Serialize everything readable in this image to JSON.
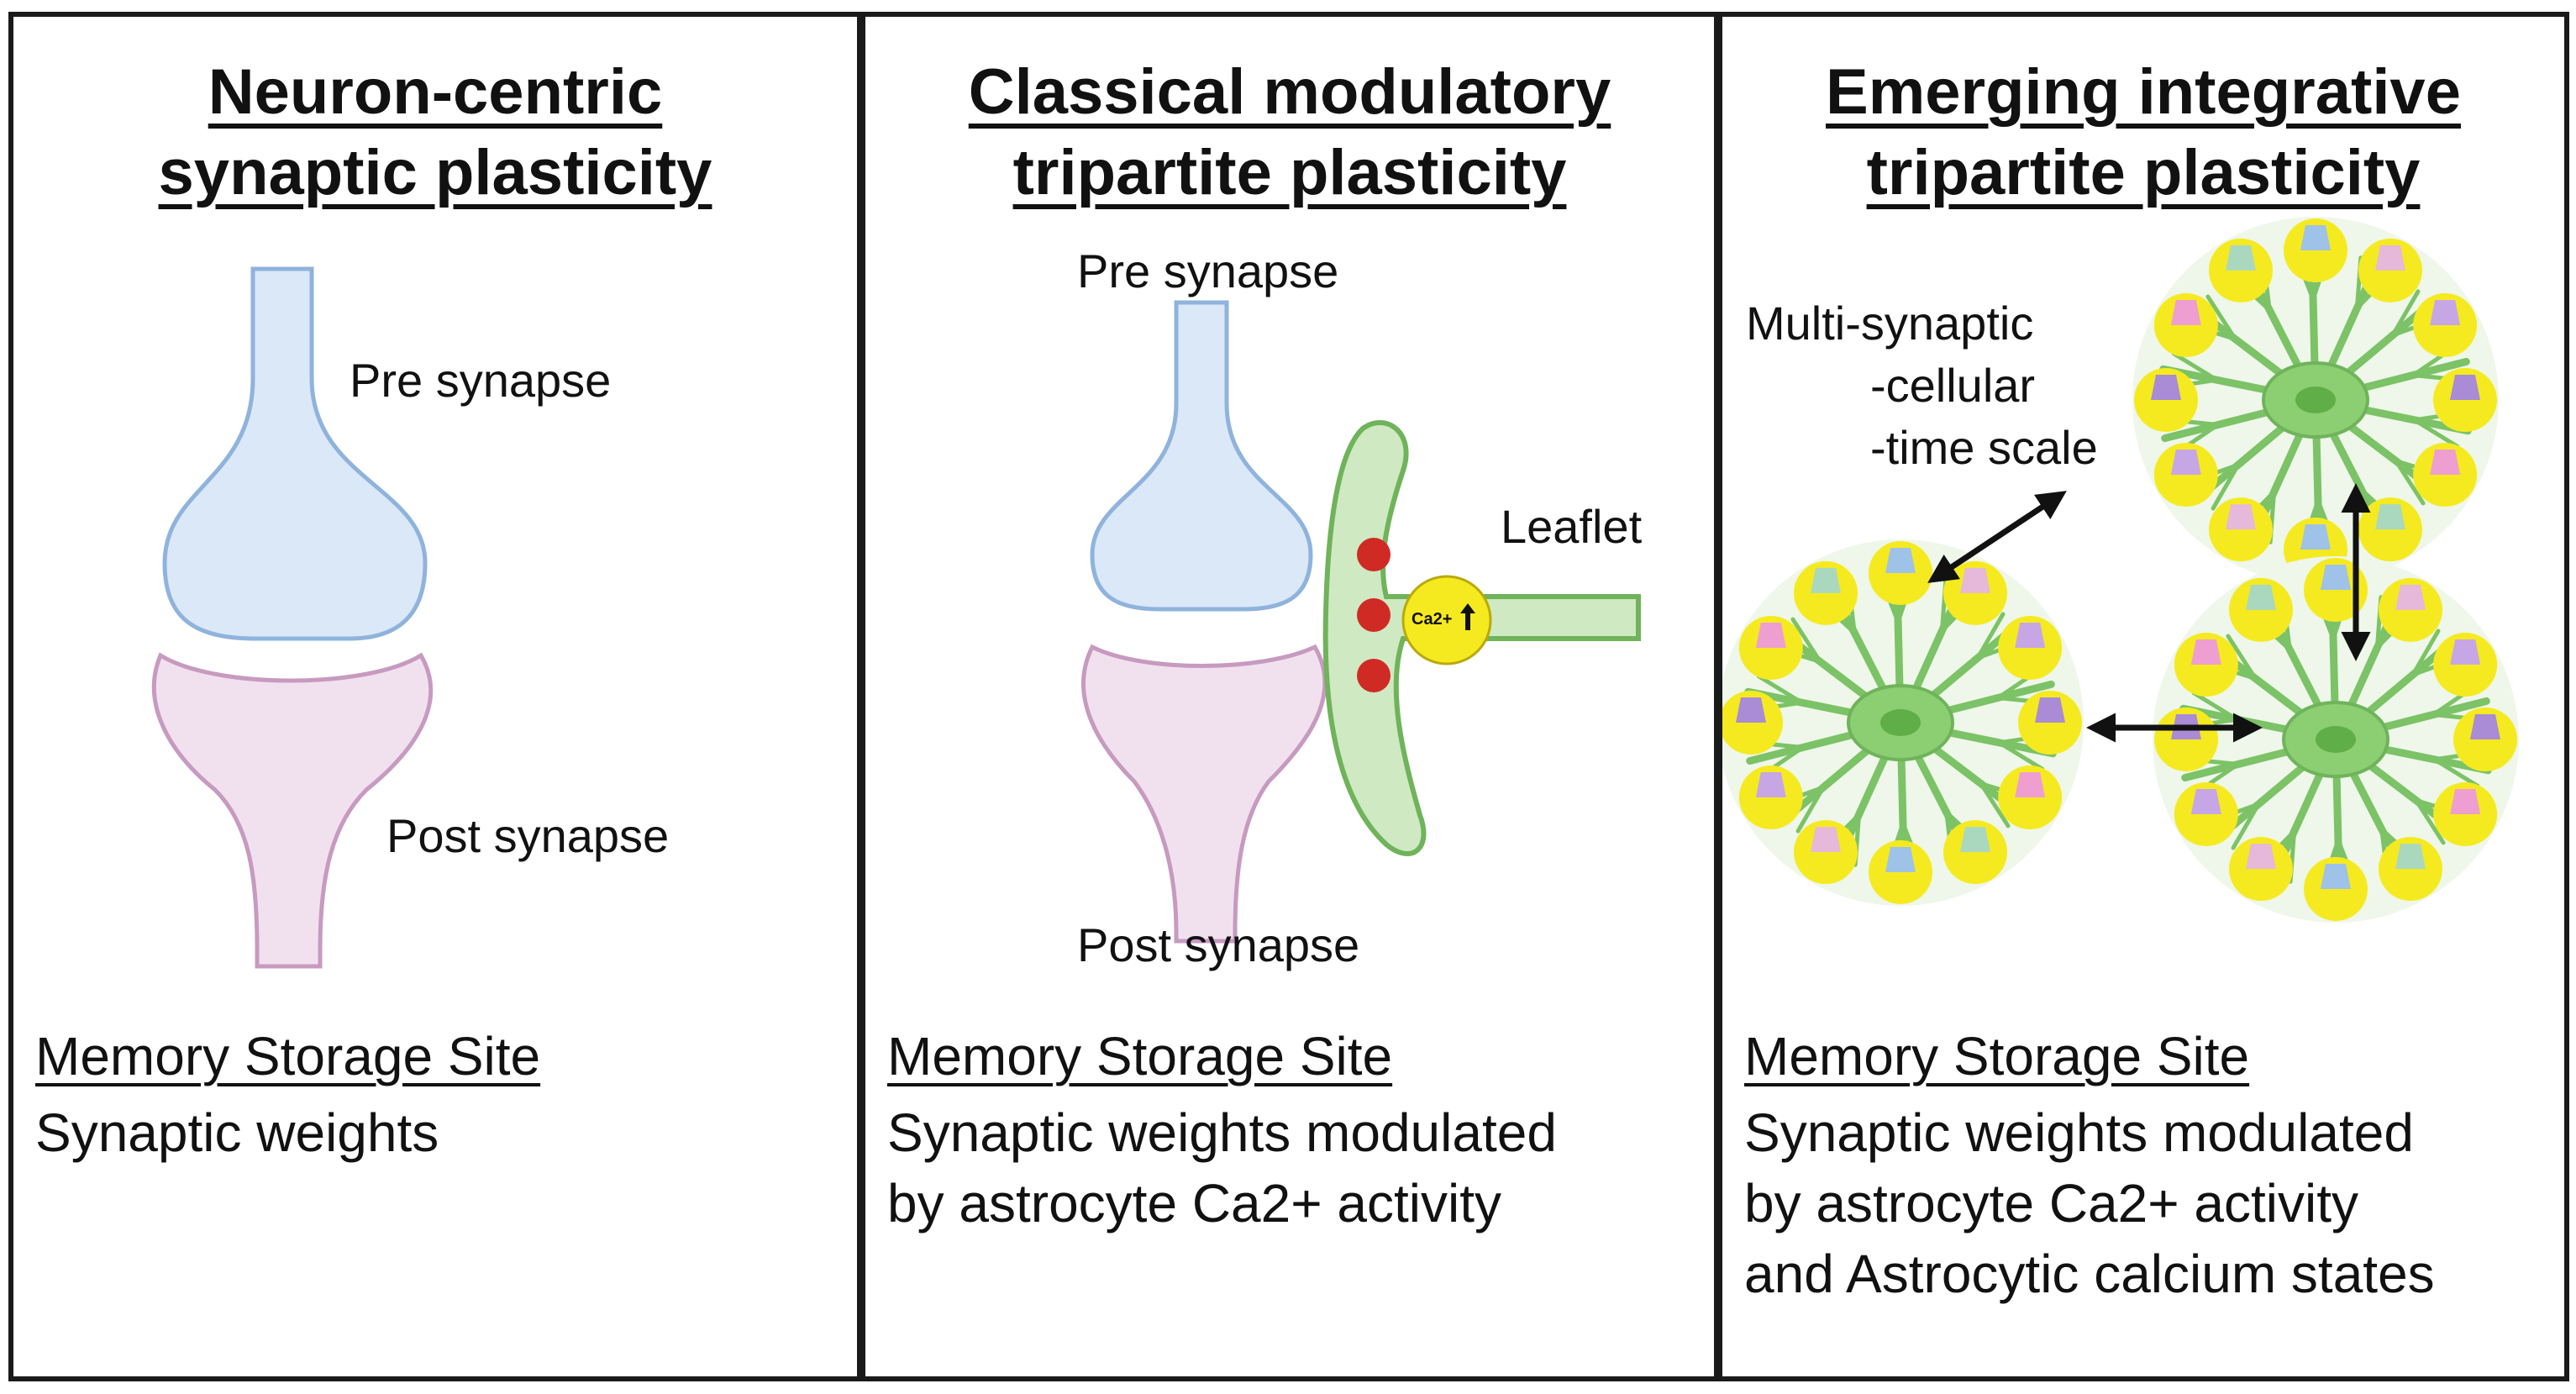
{
  "panels": [
    {
      "title_lines": [
        "Neuron-centric",
        "synaptic plasticity"
      ],
      "labels": {
        "pre": "Pre synapse",
        "post": "Post synapse"
      },
      "memory_heading": "Memory Storage Site",
      "memory_lines": [
        "Synaptic weights"
      ]
    },
    {
      "title_lines": [
        "Classical modulatory",
        "tripartite plasticity"
      ],
      "labels": {
        "pre": "Pre synapse",
        "post": "Post synapse",
        "leaflet": "Leaflet",
        "ca": "Ca2+"
      },
      "memory_heading": "Memory Storage Site",
      "memory_lines": [
        "Synaptic weights modulated",
        "by  astrocyte Ca2+ activity"
      ]
    },
    {
      "title_lines": [
        "Emerging integrative",
        "tripartite plasticity"
      ],
      "labels": {
        "multi": "Multi-synaptic",
        "cellular": "-cellular",
        "timescale": "-time scale"
      },
      "memory_heading": "Memory Storage Site",
      "memory_lines": [
        "Synaptic weights modulated",
        "by  astrocyte Ca2+ activity",
        "and Astrocytic calcium states"
      ]
    }
  ],
  "colors": {
    "pre_fill": "#dbe8f7",
    "pre_stroke": "#8fb3dc",
    "post_fill": "#f1e1ee",
    "post_stroke": "#c79ac0",
    "astro_fill": "#cfe9c3",
    "astro_stroke": "#6fb35a",
    "calcium": "#f5ea1f",
    "vesicle": "#d02a24"
  }
}
